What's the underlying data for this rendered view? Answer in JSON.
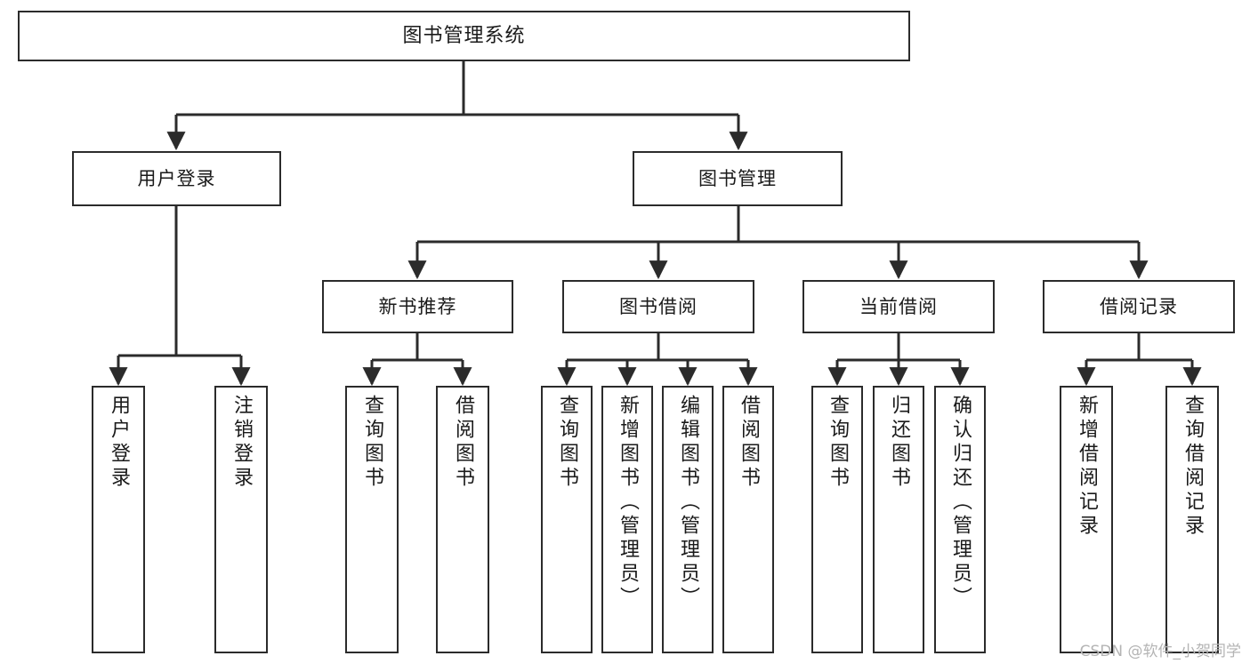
{
  "diagram": {
    "type": "tree",
    "title": "图书管理系统",
    "root": {
      "label": "图书管理系统"
    },
    "tier2": [
      {
        "label": "用户登录"
      },
      {
        "label": "图书管理"
      }
    ],
    "tier3": [
      {
        "label": "新书推荐"
      },
      {
        "label": "图书借阅"
      },
      {
        "label": "当前借阅"
      },
      {
        "label": "借阅记录"
      }
    ],
    "leaves": {
      "user_login": [
        {
          "label": "用户登录"
        },
        {
          "label": "注销登录"
        }
      ],
      "new_book_recommend": [
        {
          "label": "查询图书"
        },
        {
          "label": "借阅图书"
        }
      ],
      "book_borrow": [
        {
          "label": "查询图书"
        },
        {
          "label": "新增图书（管理员）"
        },
        {
          "label": "编辑图书（管理员）"
        },
        {
          "label": "借阅图书"
        }
      ],
      "current_borrow": [
        {
          "label": "查询图书"
        },
        {
          "label": "归还图书"
        },
        {
          "label": "确认归还（管理员）"
        }
      ],
      "borrow_record": [
        {
          "label": "新增借阅记录"
        },
        {
          "label": "查询借阅记录"
        }
      ]
    }
  },
  "watermark": {
    "text": "CSDN @软件_小贺同学"
  },
  "colors": {
    "stroke": "#2b2b2b",
    "background": "#ffffff",
    "text": "#1a1a1a",
    "watermark": "#b4b4b4"
  }
}
